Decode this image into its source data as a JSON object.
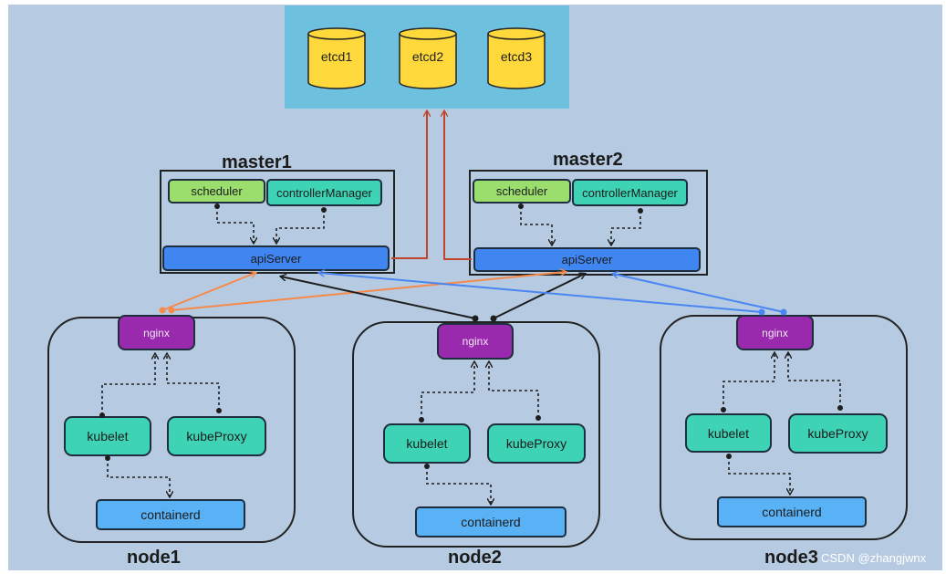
{
  "etcd": [
    "etcd1",
    "etcd2",
    "etcd3"
  ],
  "masters": [
    {
      "title": "master1",
      "scheduler": "scheduler",
      "controller": "controllerManager",
      "api": "apiServer"
    },
    {
      "title": "master2",
      "scheduler": "scheduler",
      "controller": "controllerManager",
      "api": "apiServer"
    }
  ],
  "nodes": [
    {
      "title": "node1",
      "nginx": "nginx",
      "kubelet": "kubelet",
      "kubeproxy": "kubeProxy",
      "containerd": "containerd"
    },
    {
      "title": "node2",
      "nginx": "nginx",
      "kubelet": "kubelet",
      "kubeproxy": "kubeProxy",
      "containerd": "containerd"
    },
    {
      "title": "node3",
      "nginx": "nginx",
      "kubelet": "kubelet",
      "kubeproxy": "kubeProxy",
      "containerd": "containerd"
    }
  ],
  "watermark": "CSDN @zhangjwnx",
  "colors": {
    "background": "#b6cbe1",
    "etcd_panel": "#6ec0df",
    "etcd_cylinder": "#ffd83b",
    "scheduler": "#9bde6e",
    "controller": "#3dd3b4",
    "apiserver": "#3f86f0",
    "nginx": "#9a2aad",
    "kubelet": "#3dd3b4",
    "containerd": "#5ab2f6",
    "link_etcd": "#c0452a",
    "link_node1": "#f58a4a",
    "link_node2": "#1e1e1e",
    "link_node3": "#4a86f2"
  }
}
